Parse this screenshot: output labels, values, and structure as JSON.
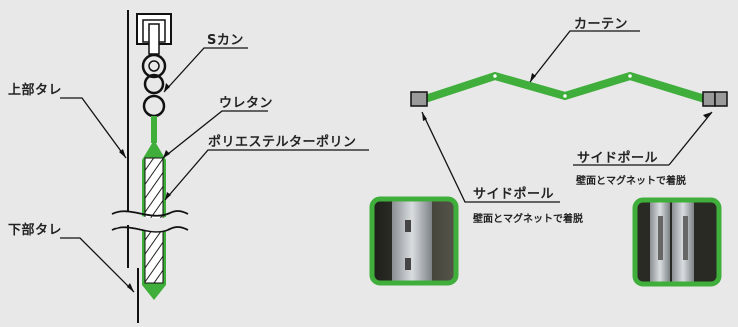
{
  "labels": {
    "s_kan": "Sカン",
    "joubu_tare": "上部タレ",
    "uretan": "ウレタン",
    "polyester": "ポリエステルターポリン",
    "kabu_tare": "下部タレ",
    "curtain": "カーテン",
    "side_pole_1": "サイドポール",
    "side_pole_1_note": "壁面とマグネットで着脱",
    "side_pole_2": "サイドポール",
    "side_pole_2_note": "壁面とマグネットで着脱"
  },
  "colors": {
    "green": "#3fae3b",
    "line": "#111111",
    "background": "#e8e8e8",
    "pole_fill": "#9a9a9a"
  }
}
